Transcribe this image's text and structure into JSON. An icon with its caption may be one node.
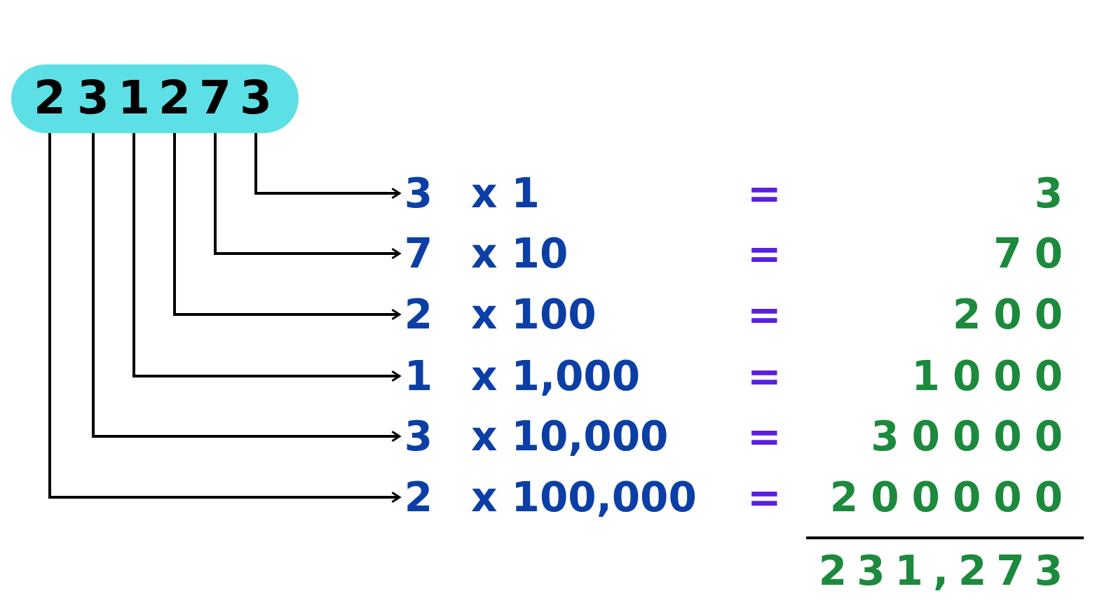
{
  "diagram": {
    "nodes": [
      {
        "text": [],
        "shape": "box"
      },
      {
        "text": [
          "2"
        ],
        "in": 0
      },
      {
        "text": [
          "3"
        ],
        "in": 0
      },
      {
        "text": [
          "1"
        ],
        "in": 0
      },
      {
        "text": [
          "2"
        ],
        "in": 0
      },
      {
        "text": [
          "7"
        ],
        "in": 0
      },
      {
        "text": [
          "3"
        ],
        "in": 0
      },
      {
        "text": [
          "3",
          "x 1"
        ]
      },
      {
        "text": [
          "7",
          "x 10"
        ]
      },
      {
        "text": [
          "2",
          "x 100"
        ]
      },
      {
        "text": [
          "1",
          "x 1,000"
        ]
      },
      {
        "text": [
          "3",
          "x 10,000"
        ]
      },
      {
        "text": [
          "2",
          "x 100,000"
        ]
      }
    ],
    "edges": [
      {
        "from": 6,
        "to": 7,
        "arrow": "to"
      },
      {
        "from": 5,
        "to": 8,
        "arrow": "to"
      },
      {
        "from": 4,
        "to": 9,
        "arrow": "to"
      },
      {
        "from": 3,
        "to": 10,
        "arrow": "to"
      },
      {
        "from": 2,
        "to": 11,
        "arrow": "to"
      },
      {
        "from": 1,
        "to": 12,
        "arrow": "to"
      }
    ],
    "labels": [
      "=",
      "3",
      "=",
      "70",
      "=",
      "200",
      "=",
      "1000",
      "=",
      "30000",
      "=",
      "200000",
      "231,273"
    ]
  }
}
